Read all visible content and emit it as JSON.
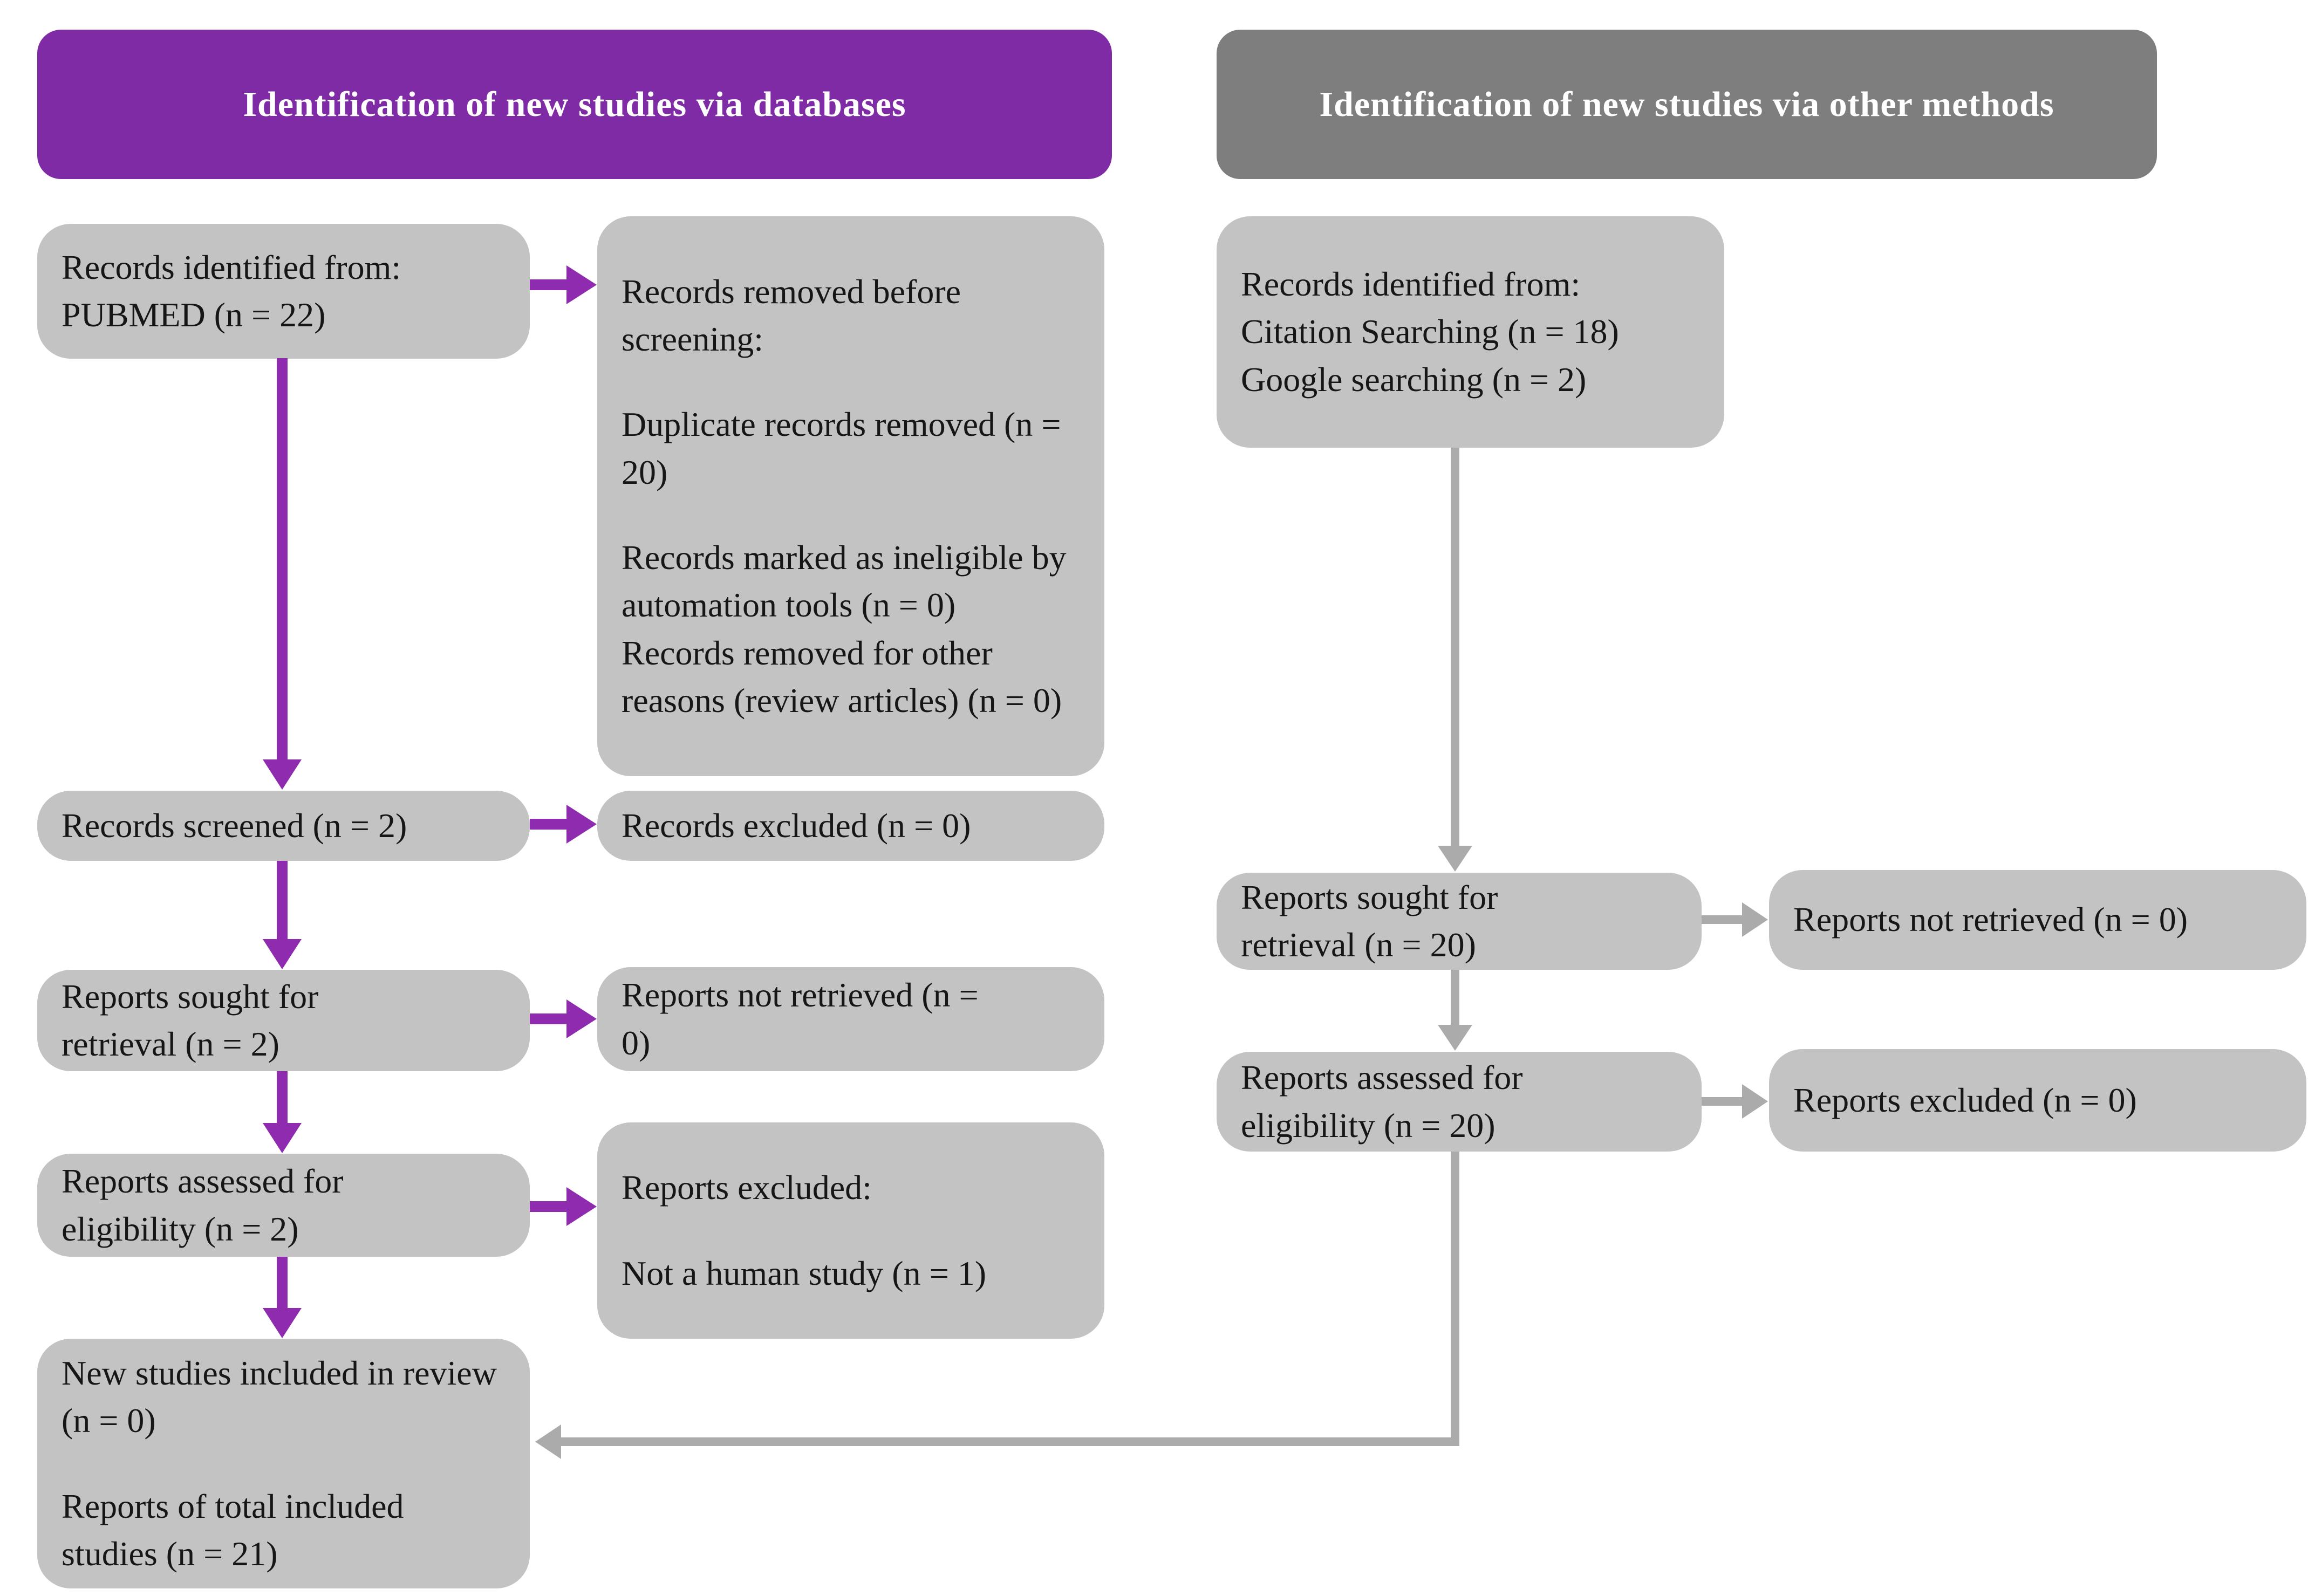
{
  "colors": {
    "purple_header": "#7E2BA5",
    "purple_arrow": "#8F2BAE",
    "gray_header": "#7E7E7E",
    "gray_box": "#C3C3C3",
    "gray_arrow": "#ABABAB",
    "text": "#161616",
    "background": "#FFFFFF"
  },
  "headers": {
    "databases": "Identification of new studies via databases",
    "other_methods": "Identification of new studies via other methods"
  },
  "left_column": {
    "records_identified": {
      "lines": [
        "Records identified from:",
        "PUBMED (n = 22)"
      ]
    },
    "records_removed": {
      "paragraphs": [
        "Records removed before screening:",
        "Duplicate records removed (n = 20)",
        "Records marked as ineligible by automation tools (n = 0)",
        "Records removed for other reasons (review articles) (n = 0)"
      ]
    },
    "records_screened": {
      "lines": [
        "Records screened (n = 2)"
      ]
    },
    "records_excluded": {
      "lines": [
        "Records excluded (n = 0)"
      ]
    },
    "reports_sought": {
      "lines": [
        "Reports sought for",
        "retrieval (n = 2)"
      ]
    },
    "reports_not_retrieved": {
      "lines": [
        "Reports not retrieved (n =",
        "0)"
      ]
    },
    "reports_assessed": {
      "lines": [
        "Reports assessed for",
        "eligibility (n = 2)"
      ]
    },
    "reports_excluded": {
      "paragraphs": [
        "Reports excluded:",
        "Not a human study (n = 1)"
      ]
    },
    "new_studies": {
      "paragraphs": [
        "New studies included in review (n = 0)",
        "Reports of total included studies (n = 21)"
      ]
    }
  },
  "right_column": {
    "records_identified": {
      "lines": [
        "Records identified from:",
        "Citation Searching (n = 18)",
        "Google searching (n = 2)"
      ]
    },
    "reports_sought": {
      "lines": [
        "Reports sought for",
        "retrieval (n = 20)"
      ]
    },
    "reports_not_retrieved": {
      "lines": [
        "Reports not retrieved (n = 0)"
      ]
    },
    "reports_assessed": {
      "lines": [
        "Reports assessed for",
        "eligibility (n = 20)"
      ]
    },
    "reports_excluded": {
      "lines": [
        "Reports excluded (n = 0)"
      ]
    }
  }
}
